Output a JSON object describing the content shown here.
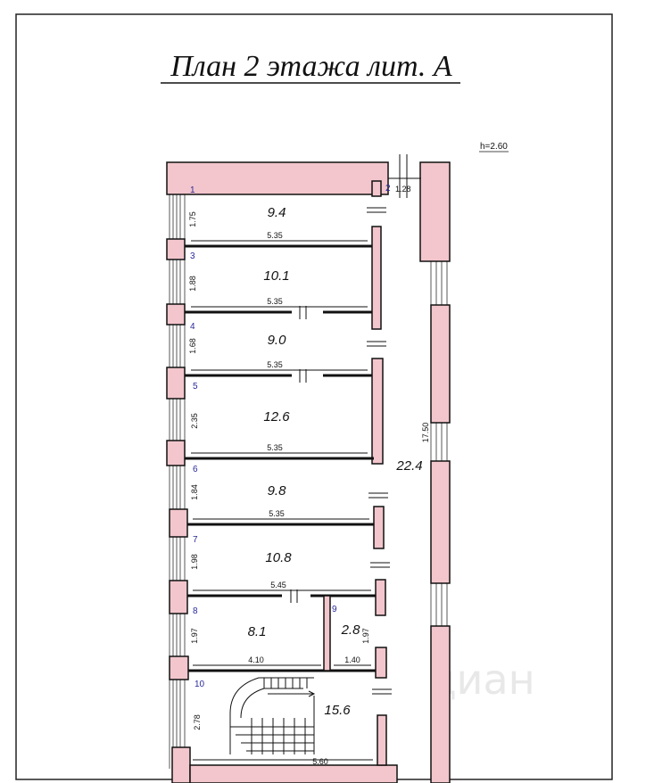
{
  "plan": {
    "title": "План 2 этажа лит. А",
    "height_label": "h=2.60",
    "watermark": "циан",
    "corridor": {
      "area": "22.4",
      "length": "17.50",
      "width": "1.28"
    },
    "rooms": [
      {
        "num": "1",
        "area": "9.4",
        "height_dim": "1.75",
        "width_dim": "5.35"
      },
      {
        "num": "2"
      },
      {
        "num": "3",
        "area": "10.1",
        "height_dim": "1.88",
        "width_dim": "5.35"
      },
      {
        "num": "4",
        "area": "9.0",
        "height_dim": "1.68",
        "width_dim": "5.35"
      },
      {
        "num": "5",
        "area": "12.6",
        "height_dim": "2.35",
        "width_dim": "5.35"
      },
      {
        "num": "6",
        "area": "9.8",
        "height_dim": "1.84",
        "width_dim": "5.35"
      },
      {
        "num": "7",
        "area": "10.8",
        "height_dim": "1.98",
        "width_dim": "5.45"
      },
      {
        "num": "8",
        "area": "8.1",
        "height_dim": "1.97",
        "width_dim": "4.10"
      },
      {
        "num": "9",
        "area": "2.8",
        "height_dim": "1.97",
        "width_dim": "1.40"
      },
      {
        "num": "10",
        "area": "15.6",
        "height_dim": "2.78",
        "width_dim": "5.60"
      }
    ]
  }
}
